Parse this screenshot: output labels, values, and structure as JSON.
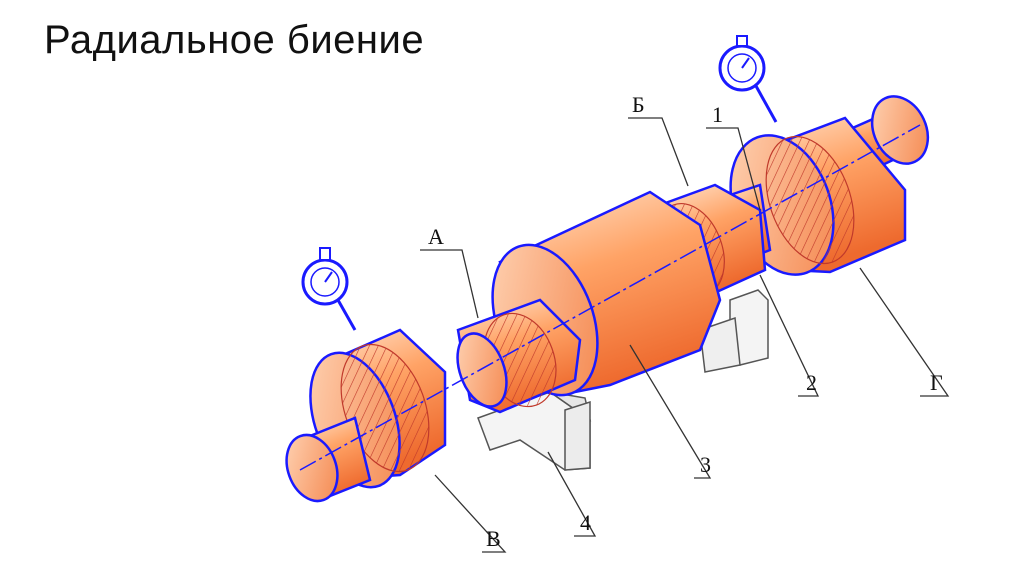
{
  "slide": {
    "title": "Радиальное биение"
  },
  "labels": {
    "A": "А",
    "B": "Б",
    "V": "В",
    "G": "Г",
    "n1": "1",
    "n2": "2",
    "n3": "3",
    "n4": "4"
  },
  "colors": {
    "outline": "#1a1aff",
    "fill_light": "#ffd2b0",
    "fill_mid": "#ff9a5a",
    "fill_dark": "#e8622a",
    "axis": "#1a1aff",
    "leader": "#333333"
  }
}
